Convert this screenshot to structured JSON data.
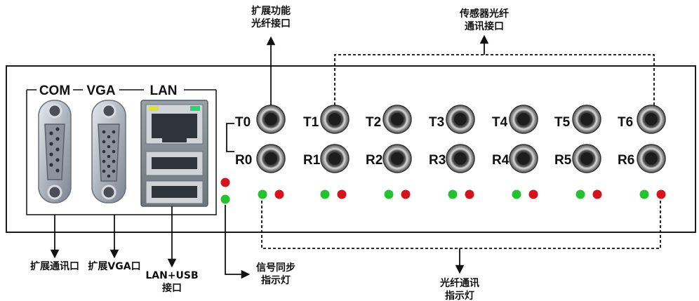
{
  "headers": {
    "com": "COM",
    "vga": "VGA",
    "lan": "LAN"
  },
  "ports": {
    "t": [
      "T0",
      "T1",
      "T2",
      "T3",
      "T4",
      "T5",
      "T6"
    ],
    "r": [
      "R0",
      "R1",
      "R2",
      "R3",
      "R4",
      "R5",
      "R6"
    ]
  },
  "callouts": {
    "expansion_fiber": [
      "扩展功能",
      "光纤接口"
    ],
    "sensor_fiber": [
      "传感器光纤",
      "通讯接口"
    ],
    "expansion_com": "扩展通讯口",
    "expansion_vga": "扩展VGA口",
    "lan_usb": [
      "LAN+USB",
      "接口"
    ],
    "signal_sync_led": [
      "信号同步",
      "指示灯"
    ],
    "fiber_comm_led": [
      "光纤通讯",
      "指示灯"
    ]
  },
  "colors": {
    "led_green": "#22c32e",
    "led_red": "#d8121b",
    "panel_border": "#1a1a1a",
    "lan_led_left": "#d8e23a",
    "lan_led_right": "#2fd36a"
  }
}
